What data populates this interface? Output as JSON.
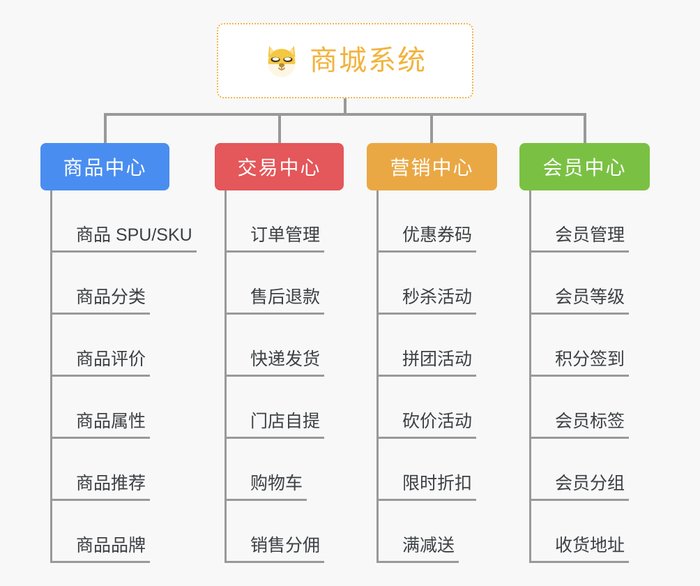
{
  "page": {
    "background_color": "#f8f8f8",
    "line_color": "#999999"
  },
  "root": {
    "title": "商城系统",
    "icon": "shiba-inu-dog-face-icon",
    "text_color": "#f2b33d",
    "border_color": "#f0b44a",
    "background_color": "#ffffff"
  },
  "columns": [
    {
      "header": "商品中心",
      "color": "#4a8df0",
      "items": [
        "商品 SPU/SKU",
        "商品分类",
        "商品评价",
        "商品属性",
        "商品推荐",
        "商品品牌"
      ]
    },
    {
      "header": "交易中心",
      "color": "#e4575a",
      "items": [
        "订单管理",
        "售后退款",
        "快递发货",
        "门店自提",
        "购物车",
        "销售分佣"
      ]
    },
    {
      "header": "营销中心",
      "color": "#eaa844",
      "items": [
        "优惠券码",
        "秒杀活动",
        "拼团活动",
        "砍价活动",
        "限时折扣",
        "满减送"
      ]
    },
    {
      "header": "会员中心",
      "color": "#7ac143",
      "items": [
        "会员管理",
        "会员等级",
        "积分签到",
        "会员标签",
        "会员分组",
        "收货地址"
      ]
    }
  ]
}
